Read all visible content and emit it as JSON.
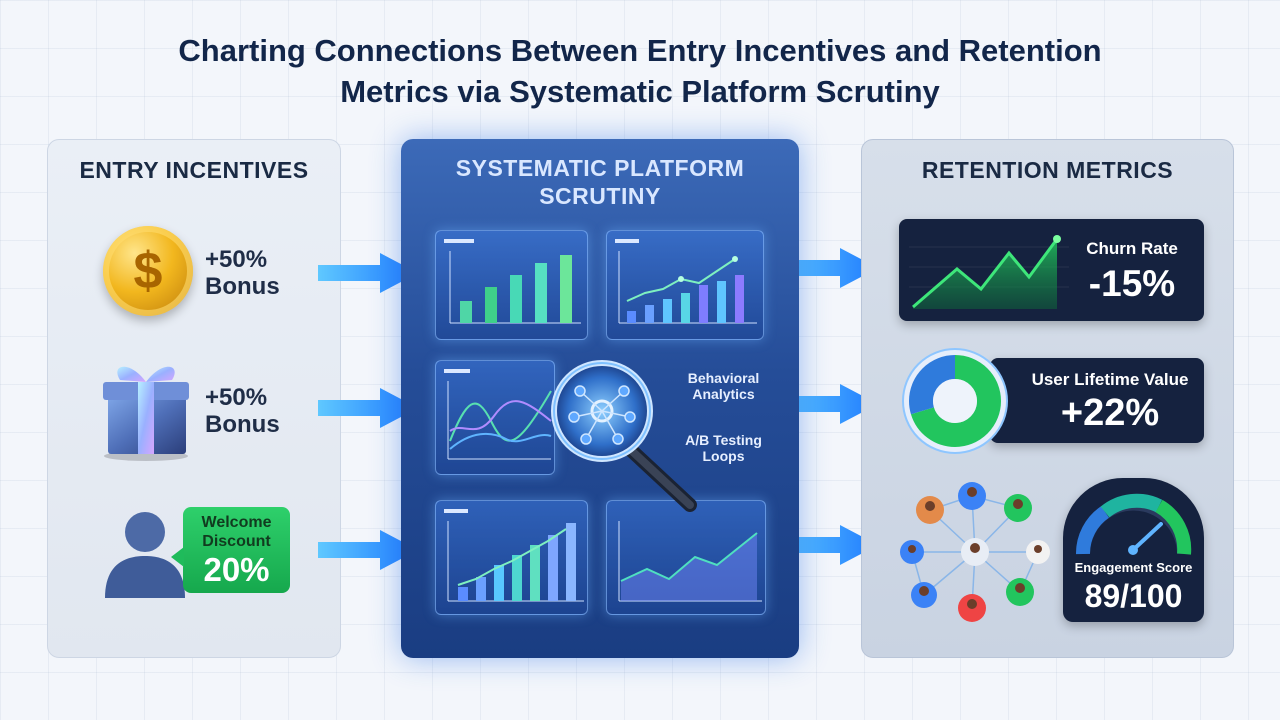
{
  "title_line1": "Charting Connections Between Entry Incentives and Retention",
  "title_line2": "Metrics via Systematic Platform Scrutiny",
  "left": {
    "title": "ENTRY INCENTIVES",
    "items": [
      {
        "icon": "dollar-coin-icon",
        "line1": "+50%",
        "line2": "Bonus"
      },
      {
        "icon": "gift-box-icon",
        "line1": "+50%",
        "line2": "Bonus"
      },
      {
        "icon": "user-icon",
        "badge_line1": "Welcome",
        "badge_line2": "Discount",
        "badge_value": "20%"
      }
    ]
  },
  "center": {
    "title_line1": "SYSTEMATIC PLATFORM",
    "title_line2": "SCRUTINY",
    "label1_line1": "Behavioral",
    "label1_line2": "Analytics",
    "label2_line1": "A/B Testing",
    "label2_line2": "Loops"
  },
  "right": {
    "title": "RETENTION METRICS",
    "metrics": [
      {
        "label": "Churn Rate",
        "value": "-15%",
        "icon": "line-chart-icon"
      },
      {
        "label": "User Lifetime Value",
        "value": "+22%",
        "icon": "donut-chart-icon"
      },
      {
        "label": "Engagement Score",
        "value": "89/100",
        "icon": "gauge-icon"
      }
    ]
  },
  "colors": {
    "accent_blue": "#2f8bff",
    "green": "#22c55e",
    "dark_card": "#15223f",
    "title": "#12264a"
  }
}
